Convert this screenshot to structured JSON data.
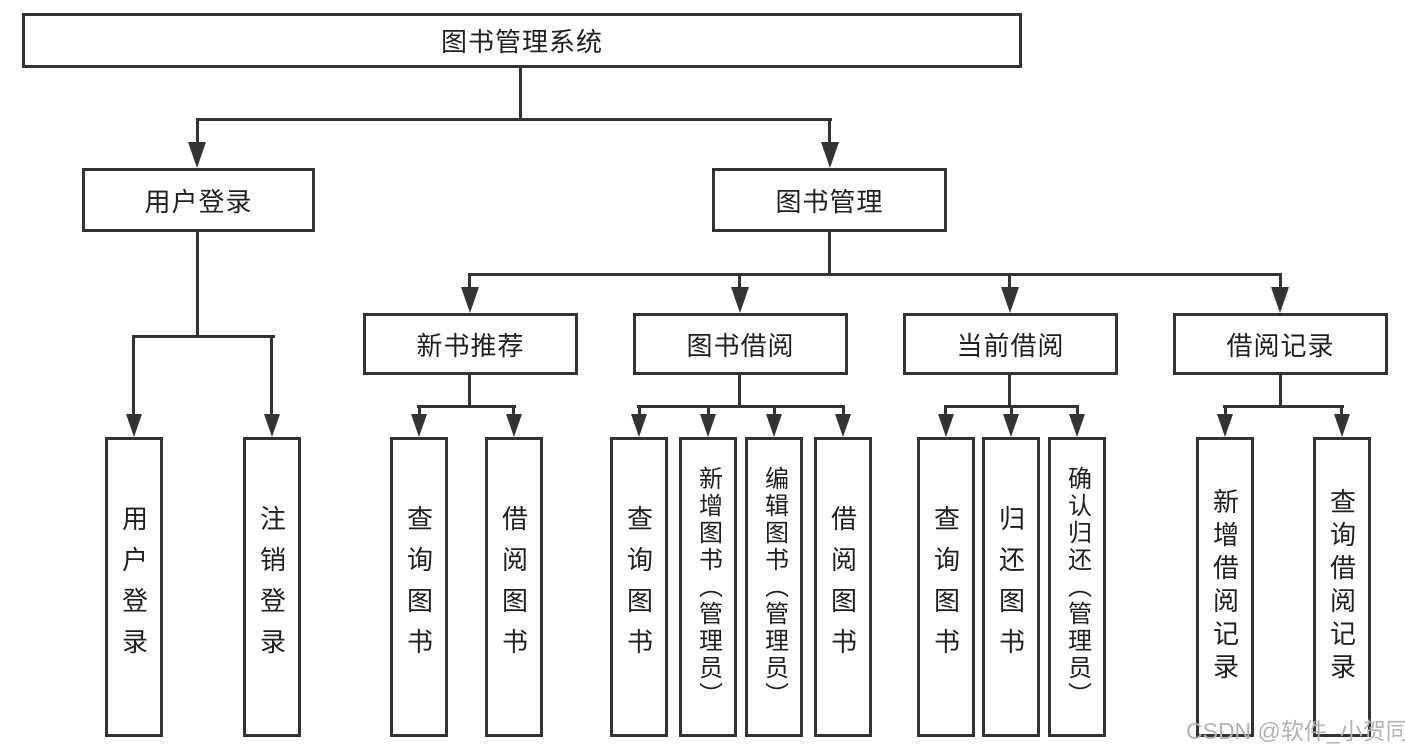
{
  "diagram": {
    "root": {
      "label": "图书管理系统"
    },
    "level2": [
      {
        "label": "用户登录"
      },
      {
        "label": "图书管理"
      }
    ],
    "level3": [
      {
        "label": "新书推荐"
      },
      {
        "label": "图书借阅"
      },
      {
        "label": "当前借阅"
      },
      {
        "label": "借阅记录"
      }
    ],
    "leaves": {
      "user_login": [
        "用户登录",
        "注销登录"
      ],
      "new_book": [
        "查询图书",
        "借阅图书"
      ],
      "book_borrow": [
        "查询图书",
        "新增图书（管理员）",
        "编辑图书（管理员）",
        "借阅图书"
      ],
      "current_borrow": [
        "查询图书",
        "归还图书",
        "确认归还（管理员）"
      ],
      "borrow_record": [
        "新增借阅记录",
        "查询借阅记录"
      ]
    }
  },
  "watermark": {
    "text": "CSDN @软件_小贺同学"
  },
  "colors": {
    "line": "#333333",
    "text": "#1f1f1f",
    "watermark": "#b3b3b3",
    "background": "#ffffff"
  }
}
